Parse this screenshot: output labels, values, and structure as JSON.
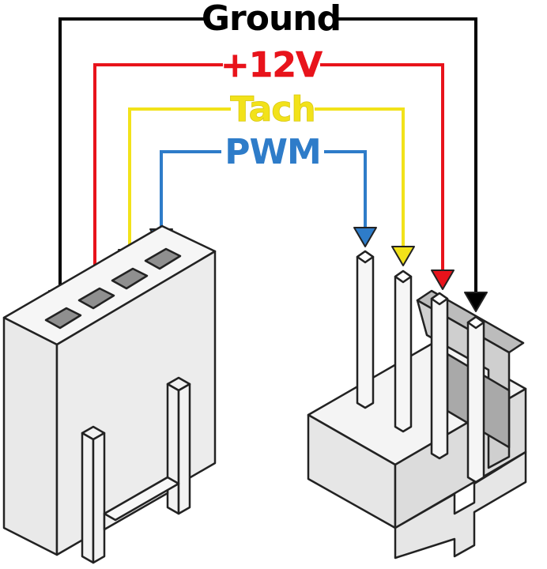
{
  "diagram": {
    "labels": {
      "ground": "Ground",
      "v12": "+12V",
      "tach": "Tach",
      "pwm": "PWM"
    },
    "colors": {
      "ground": "#000000",
      "v12": "#e8131b",
      "tach": "#f2e21a",
      "pwm": "#2e7cc9",
      "body_front": "#e9e9e9",
      "body_top": "#f6f6f6",
      "body_side": "#d2d2d2",
      "pin_hole": "#8f8f8f",
      "outline": "#222222"
    },
    "icons": {
      "female_connector": "4-pin-female-fan-connector",
      "male_header": "4-pin-male-fan-header"
    }
  }
}
